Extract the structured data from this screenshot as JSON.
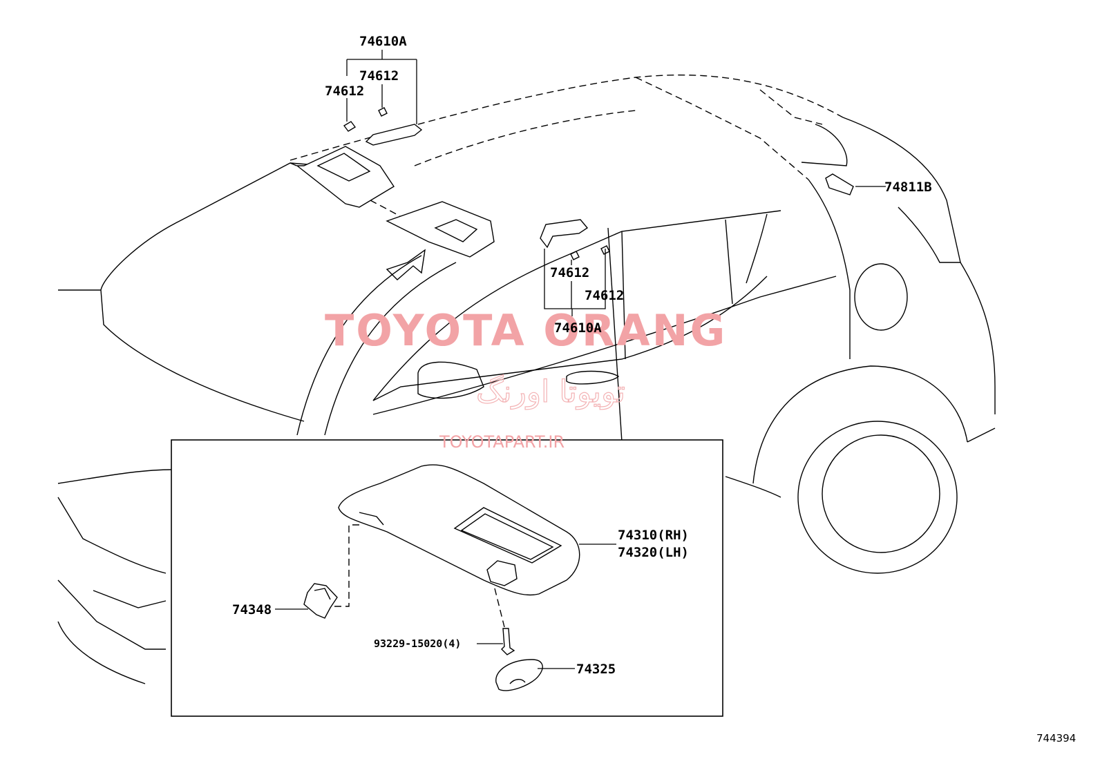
{
  "diagram": {
    "watermark": {
      "brand": "TOYOTA ORANG",
      "brand_fa": "تویوتا اورنگ",
      "site": "TOYOTAPART.IR"
    },
    "diagram_id": "744394",
    "labels": {
      "assist_grip_front": "74610A",
      "clip_upper_right": "74612",
      "clip_upper_left": "74612",
      "hook_rear": "74811B",
      "clip_mid_left": "74612",
      "clip_mid_right": "74612",
      "assist_grip_mid": "74610A",
      "visor_rh": "74310(RH)",
      "visor_lh": "74320(LH)",
      "visor_holder": "74348",
      "screw": "93229-15020(4)",
      "cover": "74325"
    }
  }
}
